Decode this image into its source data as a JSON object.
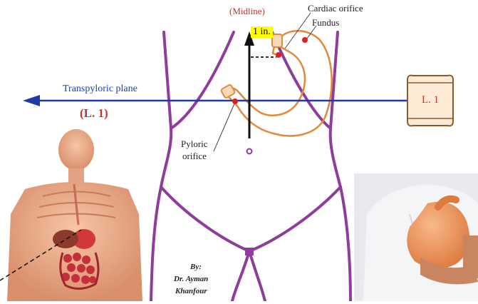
{
  "labels": {
    "midline": "(Midline)",
    "cardiac_orifice": "Cardiac orifice",
    "fundus": "Fundus",
    "one_inch": "1 in.",
    "transpyloric_plane": "Transpyloric plane",
    "l1_left": "(L. 1)",
    "l1_vertebra": "L. 1",
    "pyloric_line1": "Pyloric",
    "pyloric_line2": "orifice"
  },
  "credit": {
    "line1": "By:",
    "line2": "Dr. Ayman",
    "line3": "Khanfour"
  },
  "colors": {
    "outline": "#8e3d9a",
    "plane": "#1f3aa8",
    "stomach": "#e08a3c",
    "marker": "#e02020",
    "label_red": "#c0392b",
    "highlight": "#ffff00"
  }
}
